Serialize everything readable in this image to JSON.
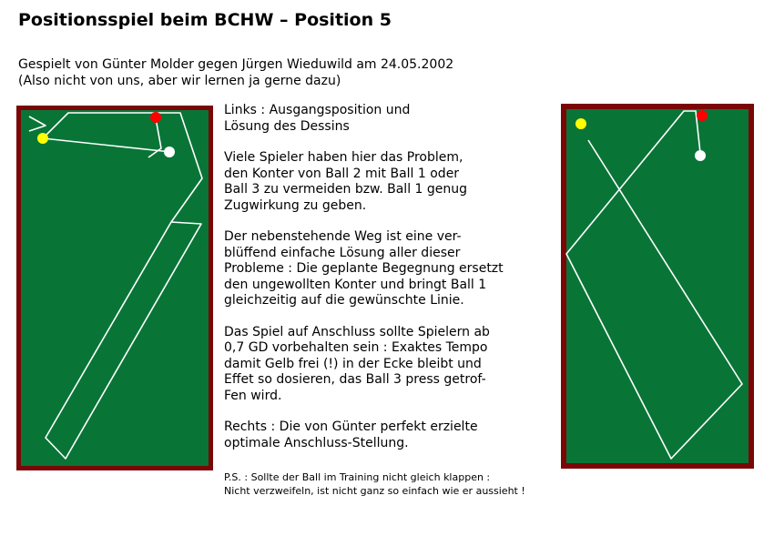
{
  "title": "Positionsspiel beim BCHW – Position 5",
  "subtitle_line1": "Gespielt von Günter Molder gegen Jürgen Wieduwild am 24.05.2002",
  "subtitle_line2": "(Also nicht von uns, aber wir lernen ja gerne dazu)",
  "paragraphs": [
    "Links : Ausgangsposition und\nLösung des Dessins",
    "Viele Spieler haben hier das Problem,\nden Konter von Ball 2 mit Ball 1 oder\nBall 3 zu vermeiden bzw. Ball 1 genug\nZugwirkung zu geben.",
    "Der nebenstehende Weg ist eine ver-\nblüffend einfache Lösung aller dieser\nProbleme : Die geplante Begegnung ersetzt\nden ungewollten Konter und bringt Ball 1\ngleichzeitig auf die gewünschte Linie.",
    "Das Spiel auf Anschluss sollte Spielern ab\n0,7 GD vorbehalten sein : Exaktes Tempo\ndamit Gelb frei (!) in der Ecke bleibt und\nEffet so dosieren, das Ball 3 press getrof-\nFen wird.",
    "Rechts : Die von Günter perfekt erzielte\noptimale Anschluss-Stellung."
  ],
  "ps_note": "P.S. : Sollte der Ball im Training nicht gleich klappen :\nNicht verzweifeln, ist nicht ganz so einfach wie er aussieht !",
  "colors": {
    "cloth": "#087537",
    "rail": "#7a0606",
    "ball_yellow": "#ffff00",
    "ball_red": "#ff0000",
    "ball_white": "#ffffff",
    "path_line": "#ffffff"
  }
}
